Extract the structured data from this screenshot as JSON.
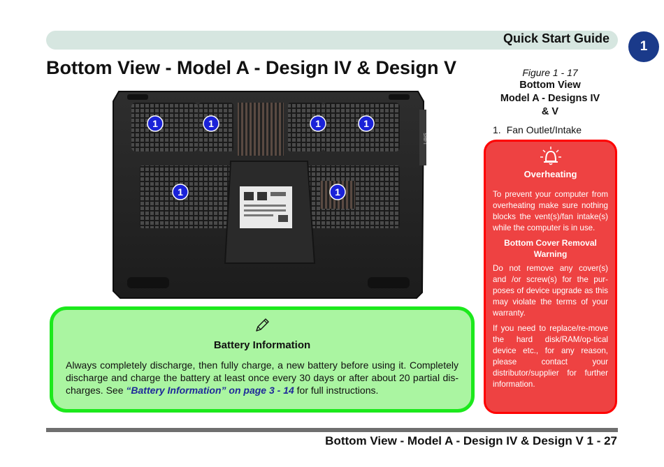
{
  "header": {
    "title": "Quick Start Guide",
    "chapter": "1"
  },
  "page_title": "Bottom View - Model A - Design IV & Design V",
  "photo": {
    "callout_label": "1",
    "sticker_text": "SHIFT"
  },
  "figure": {
    "number": "Figure 1 - 17",
    "title_lines": [
      "Bottom View",
      "Model A - Designs IV",
      "& V"
    ]
  },
  "legend": [
    {
      "number": "1.",
      "label": "Fan Outlet/Intake"
    }
  ],
  "warning": {
    "icon": "overheat-warning-icon",
    "heading": "Overheating",
    "text1": "To prevent your computer from overheating make sure nothing blocks the vent(s)/fan intake(s) while the computer is in use.",
    "subheading": "Bottom Cover Removal Warning",
    "text2": "Do not remove any cover(s) and /or screw(s) for the pur-poses of device upgrade as this may violate the terms of your warranty.",
    "text3": "If you need to replace/re-move the hard disk/RAM/op-tical device etc., for any reason, please contact your distributor/supplier for further information.",
    "colors": {
      "fill": "#ee4242",
      "border": "#ff0000"
    }
  },
  "note": {
    "icon": "pencil-icon",
    "heading": "Battery Information",
    "text_before": "Always completely discharge, then fully charge, a new battery before using it. Completely discharge and charge the battery at least once every 30 days or after about 20 partial dis-charges. See ",
    "link": "“Battery Information” on page 3 - 14",
    "text_after": " for full instructions.",
    "colors": {
      "fill": "#aaf5a1",
      "border": "#1ce91c"
    }
  },
  "footer": {
    "text": "Bottom View - Model A - Design IV & Design V 1 - 27"
  }
}
